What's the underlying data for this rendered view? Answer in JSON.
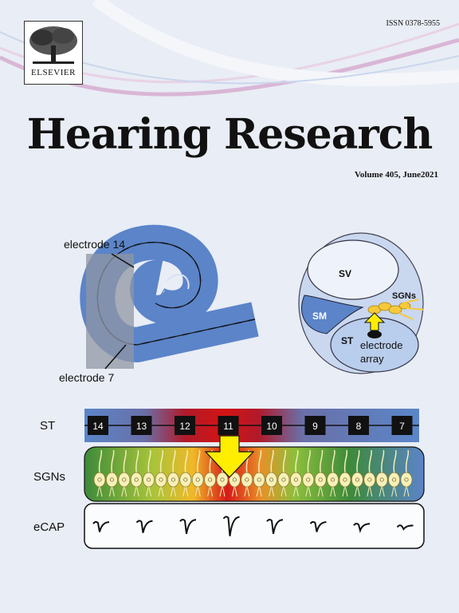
{
  "journal": {
    "issn": "ISSN 0378-5955",
    "publisher": "ELSEVIER",
    "title": "Hearing Research",
    "volume": "Volume 405, June2021"
  },
  "figure": {
    "cochlea_labels": {
      "electrode_top": "electrode 14",
      "electrode_bottom": "electrode 7"
    },
    "cross_section_labels": {
      "sv": "SV",
      "sm": "SM",
      "st": "ST",
      "sgns": "SGNs",
      "electrode_line1": "electrode",
      "electrode_line2": "array"
    },
    "rows": {
      "st": "ST",
      "sgns": "SGNs",
      "ecap": "eCAP"
    },
    "electrodes": [
      "14",
      "13",
      "12",
      "11",
      "10",
      "9",
      "8",
      "7"
    ],
    "ecap_amplitudes": [
      0.55,
      0.65,
      0.75,
      1.0,
      0.75,
      0.55,
      0.4,
      0.25
    ],
    "colors": {
      "cochlea_blue": "#5b84c9",
      "array_gray": "#9ea6b3",
      "hot": "#cc1616",
      "arrow_yellow": "#ffee00"
    }
  }
}
